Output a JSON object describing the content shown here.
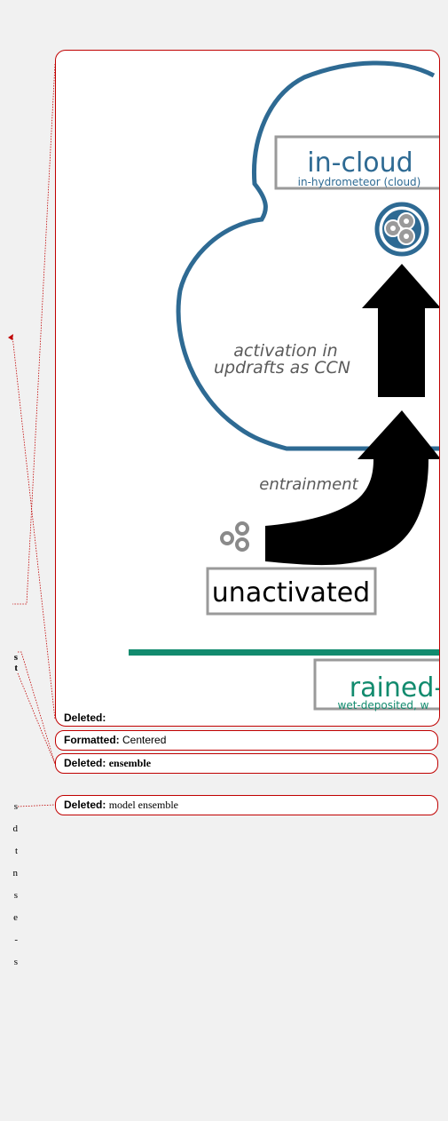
{
  "figure": {
    "incloud_title": "in-cloud",
    "incloud_sub": "in-hydrometeor (cloud)",
    "activation_line1": "activation in",
    "activation_line2": "updrafts as CCN",
    "entrainment": "entrainment",
    "unactivated": "unactivated",
    "rained_title": "rained-",
    "rained_sub": "wet-deposited, w",
    "colors": {
      "cloud": "#2e6a93",
      "green": "#128b6e",
      "arrow": "#000000",
      "gray": "#8a8a8a"
    }
  },
  "left_fragments": [
    "s",
    "t",
    "s",
    "d",
    "t",
    "n",
    "s",
    "e",
    "-",
    "s"
  ],
  "comments": [
    {
      "label": "Deleted:",
      "text": ""
    },
    {
      "label": "Formatted:",
      "text": "Centered"
    },
    {
      "label": "Deleted:",
      "text": "ensemble"
    },
    {
      "label": "Deleted:",
      "text": "model ensemble"
    }
  ]
}
